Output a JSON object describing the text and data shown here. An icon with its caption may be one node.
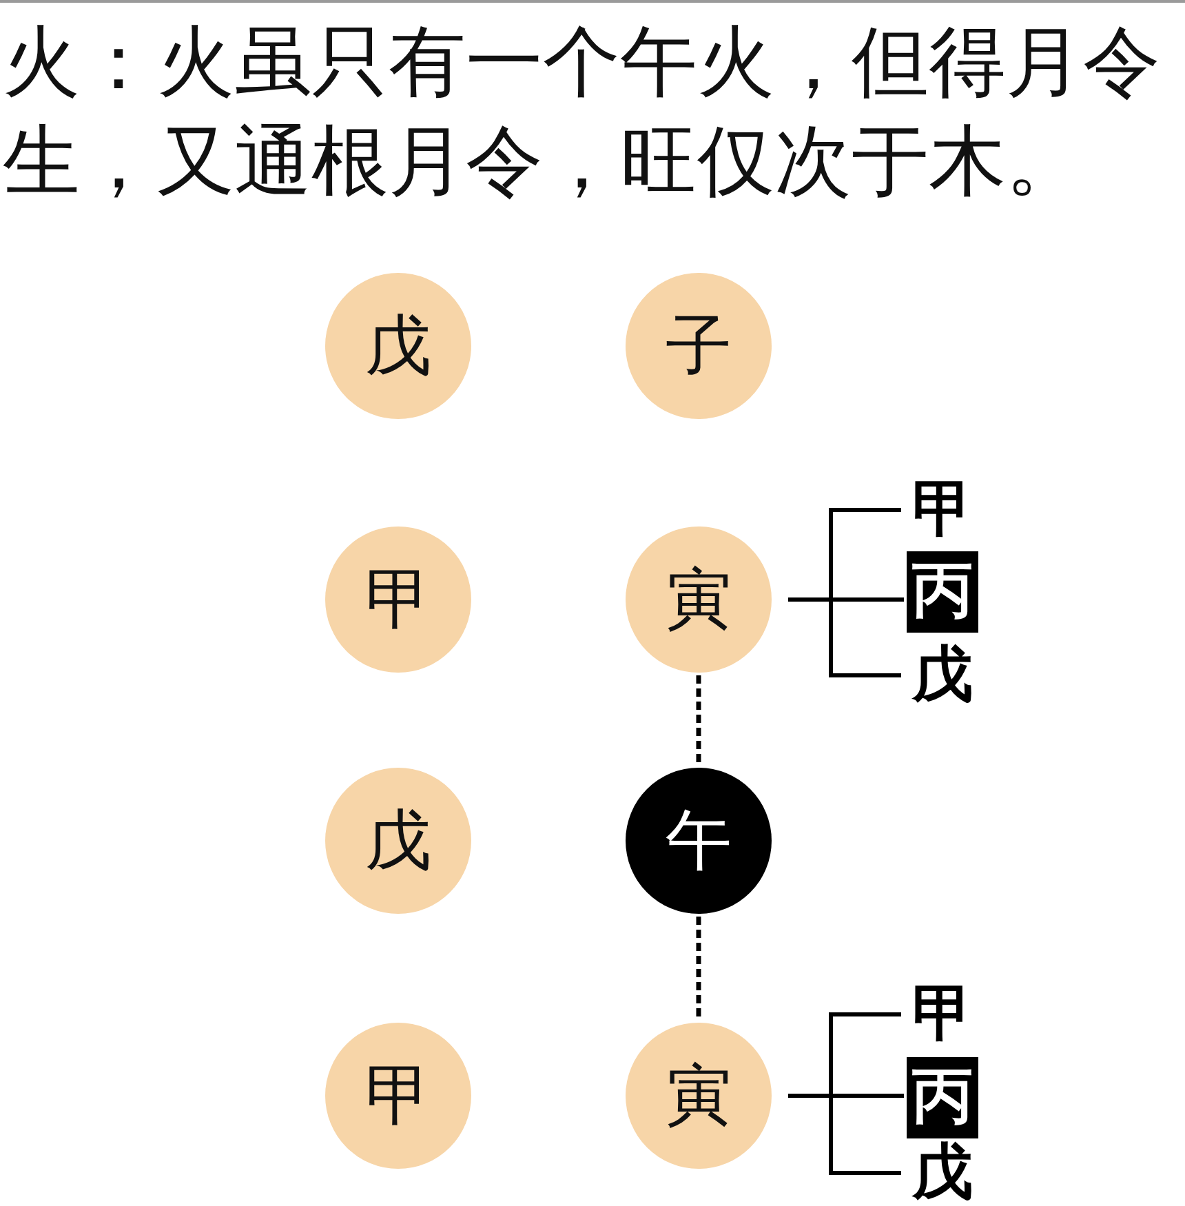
{
  "diagram": {
    "title": "火：火虽只有一个午火，但得月令生，又通根月令，旺仅次于木。",
    "nodes": [
      {
        "text": [
          "戊"
        ]
      },
      {
        "text": [
          "子"
        ]
      },
      {
        "text": [
          "甲"
        ]
      },
      {
        "text": [
          "寅"
        ]
      },
      {
        "text": [
          "甲"
        ]
      },
      {
        "text": [
          "丙"
        ]
      },
      {
        "text": [
          "戊"
        ]
      },
      {
        "text": [
          "戊"
        ]
      },
      {
        "text": [
          "午"
        ]
      },
      {
        "text": [
          "甲"
        ]
      },
      {
        "text": [
          "寅"
        ]
      },
      {
        "text": [
          "甲"
        ]
      },
      {
        "text": [
          "丙"
        ]
      },
      {
        "text": [
          "戊"
        ]
      }
    ],
    "edges": [
      {
        "from": 3,
        "to": 4,
        "arrow": "none"
      },
      {
        "from": 3,
        "to": 5,
        "arrow": "none"
      },
      {
        "from": 3,
        "to": 6,
        "arrow": "none"
      },
      {
        "from": 3,
        "to": 8,
        "arrow": "none",
        "style": "dashed"
      },
      {
        "from": 8,
        "to": 10,
        "arrow": "none",
        "style": "dashed"
      },
      {
        "from": 10,
        "to": 11,
        "arrow": "none"
      },
      {
        "from": 10,
        "to": 12,
        "arrow": "none"
      },
      {
        "from": 10,
        "to": 13,
        "arrow": "none"
      }
    ]
  }
}
